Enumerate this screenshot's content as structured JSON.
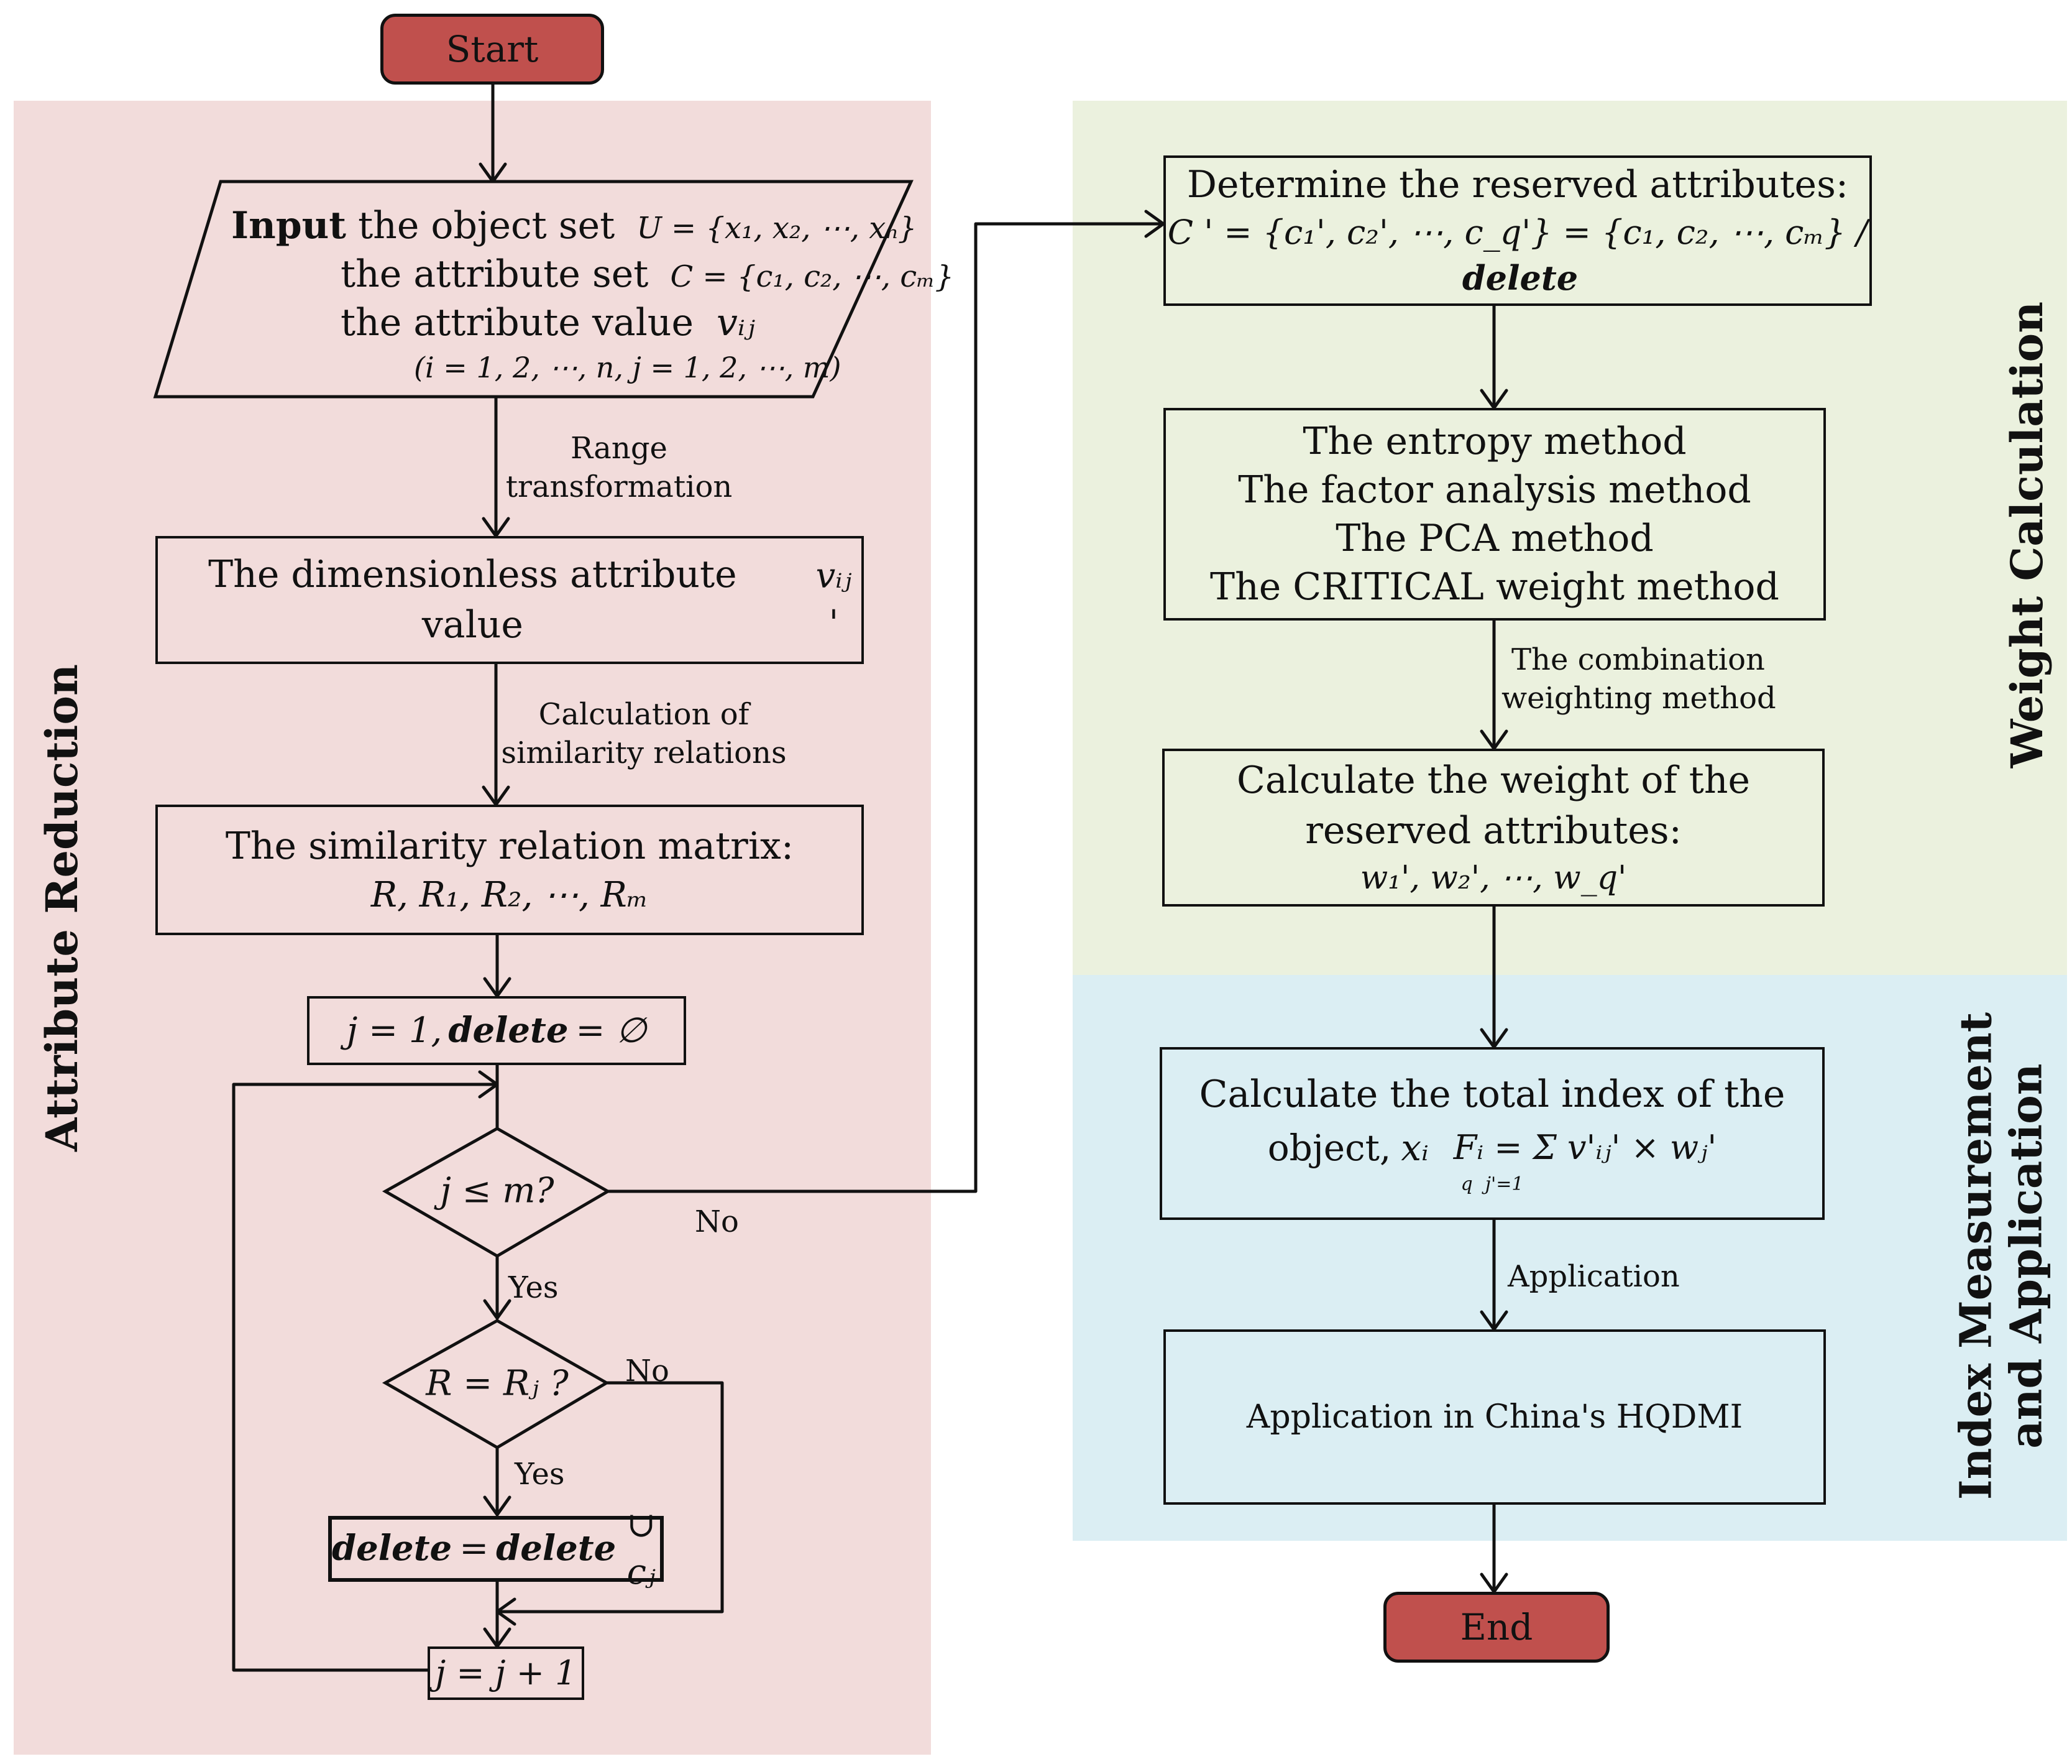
{
  "colors": {
    "attribute_reduction_bg": "#f2dcdb",
    "weight_calculation_bg": "#ebf1de",
    "index_measurement_bg": "#dbeef3",
    "terminal_fill": "#c0504d"
  },
  "regions": {
    "attribute_reduction": "Attribute Reduction",
    "weight_calculation": "Weight Calculation",
    "index_measurement_line1": "Index Measurement",
    "index_measurement_line2": "and Application"
  },
  "start": "Start",
  "end": "End",
  "input": {
    "keyword": "Input",
    "line1_text": "the object set",
    "line1_math": "U = {x₁, x₂, ⋯, xₙ}",
    "line2_text": "the attribute set",
    "line2_math": "C = {c₁, c₂, ⋯, cₘ}",
    "line3_text": "the  attribute value",
    "line3_math": "vᵢⱼ",
    "line4_math": "(i = 1, 2, ⋯, n, j = 1, 2, ⋯, m)"
  },
  "edge_range": [
    "Range",
    "transformation"
  ],
  "dimensionless": {
    "text": "The dimensionless attribute value",
    "math": "vᵢⱼ '"
  },
  "edge_similarity": [
    "Calculation of",
    "similarity relations"
  ],
  "similarity": {
    "line1": "The similarity relation matrix:",
    "line2": "R, R₁, R₂, ⋯, Rₘ"
  },
  "init": {
    "math": "j = 1,",
    "bold": "delete",
    "rest": "= ∅"
  },
  "decision1": "j ≤ m?",
  "decision1_no": "No",
  "decision1_yes": "Yes",
  "decision2": "R = Rⱼ ?",
  "decision2_no": "No",
  "decision2_yes": "Yes",
  "update_delete": {
    "bold1": "delete",
    "eq": "=",
    "bold2": "delete",
    "rest": "∪ cⱼ"
  },
  "increment": "j = j + 1",
  "reserved": {
    "line1": "Determine the reserved attributes:",
    "line2_math": "C ' = {c₁', c₂', ⋯, c_q'} = {c₁, c₂, ⋯, cₘ} /",
    "line2_bold": "delete"
  },
  "methods": [
    "The entropy method",
    "The  factor analysis method",
    "The PCA method",
    "The  CRITICAL weight method"
  ],
  "edge_combination": [
    "The combination",
    "weighting method"
  ],
  "weights": {
    "line1": "Calculate the weight of the",
    "line2": "reserved attributes:",
    "line3": "w₁', w₂', ⋯, w_q'"
  },
  "total_index": {
    "line1": "Calculate the total index of the",
    "line2_text": "object,",
    "line2_var": "xᵢ",
    "line2_formula": "Fᵢ = Σ v'ᵢⱼ' × wⱼ'",
    "sum_upper": "q",
    "sum_lower": "j'=1"
  },
  "edge_application": "Application",
  "application_box": "Application in  China's HQDMI"
}
